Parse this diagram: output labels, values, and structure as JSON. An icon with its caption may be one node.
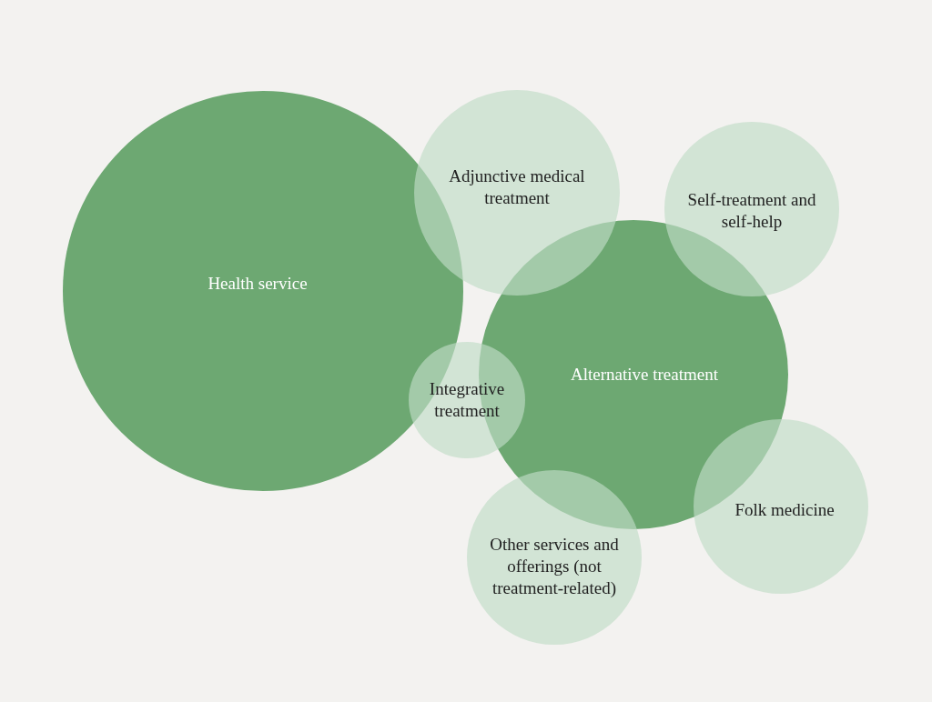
{
  "diagram": {
    "nodes": [
      {
        "text": [
          "Health service"
        ]
      },
      {
        "text": [
          "Adjunctive medical treatment"
        ]
      },
      {
        "text": [
          "Self-treatment and self-help"
        ]
      },
      {
        "text": [
          "Alternative treatment"
        ]
      },
      {
        "text": [
          "Integrative treatment"
        ]
      },
      {
        "text": [
          "Folk medicine"
        ]
      },
      {
        "text": [
          "Other services and offerings (not treatment-related)"
        ]
      }
    ]
  }
}
